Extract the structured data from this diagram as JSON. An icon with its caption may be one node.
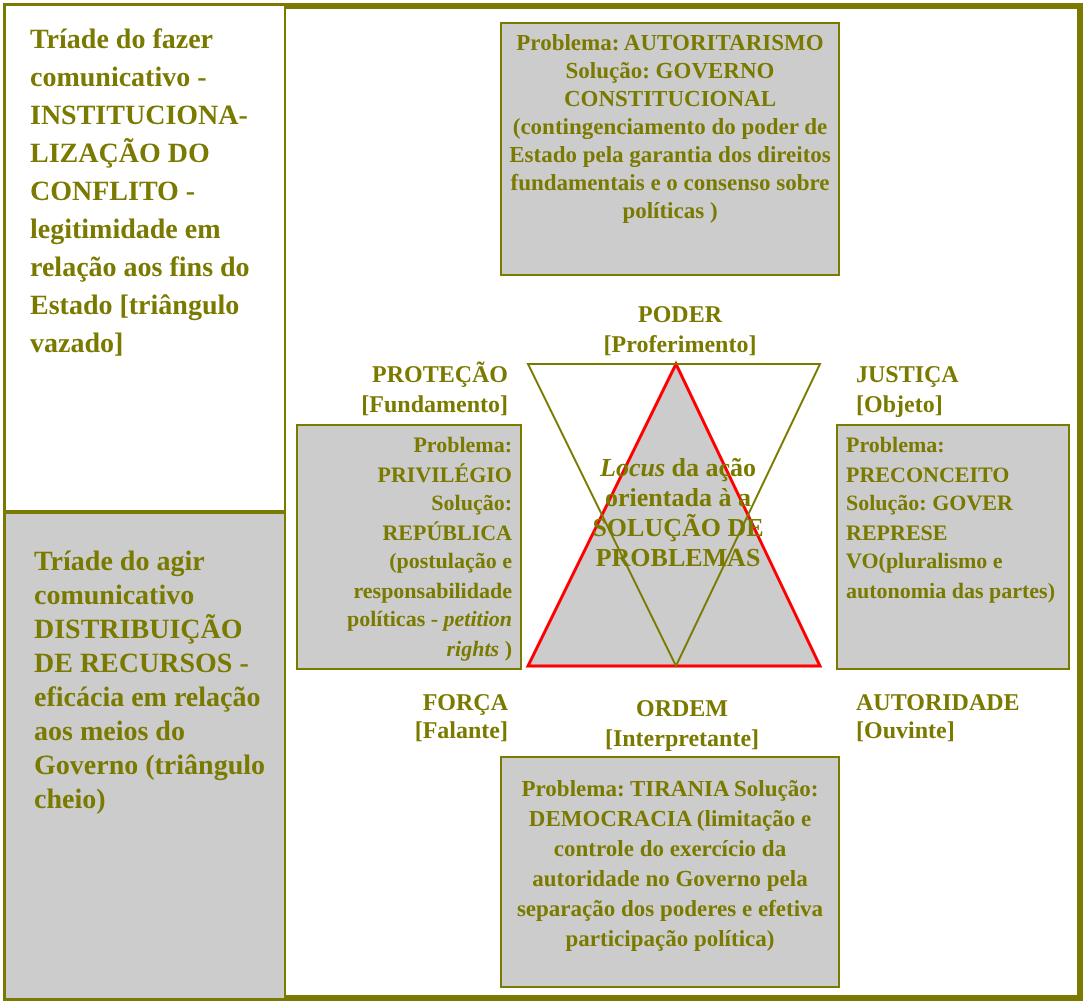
{
  "diagram": {
    "nodes": [
      {
        "text": [
          "Tríade do fazer comunicativo - INSTITUCIONA-LIZAÇÃO DO CONFLITO - legitimidade em relação aos fins do Estado [triângulo vazado]"
        ]
      },
      {
        "text": [
          "Tríade do agir comunicativo DISTRIBUIÇÃO DE RECURSOS - eficácia em relação aos meios do Governo (triângulo cheio)"
        ]
      },
      {
        "text": [
          "Problema: AUTORITARISMO Solução: GOVERNO CONSTITUCIONAL (contingenciamento do poder de Estado pela garantia dos direitos fundamentais e o consenso sobre políticas )"
        ]
      },
      {
        "text": [
          "Problema: PRIVILÉGIO Solução: REPÚBLICA (postulação e responsabilidade políticas - *petition rights* )"
        ]
      },
      {
        "text": [
          "Problema: PRECONCEITO Solução: GOVER REPRESE VO(pluralismo e autonomia das partes)"
        ]
      },
      {
        "text": [
          "Problema: TIRANIA Solução: DEMOCRACIA (limitação e controle do exercício da autoridade no Governo pela separação dos poderes e efetiva participação política)"
        ]
      },
      {
        "text": [
          "*Locus* da ação orientada à a SOLUÇÃO DE PROBLEMAS"
        ]
      }
    ],
    "edges": [],
    "labels": [
      "PODER",
      "[Proferimento]",
      "PROTEÇÃO",
      "[Fundamento]",
      "JUSTIÇA",
      "[Objeto]",
      "FORÇA",
      "[Falante]",
      "ORDEM",
      "[Interpretante]",
      "AUTORIDADE",
      "[Ouvinte]"
    ]
  }
}
